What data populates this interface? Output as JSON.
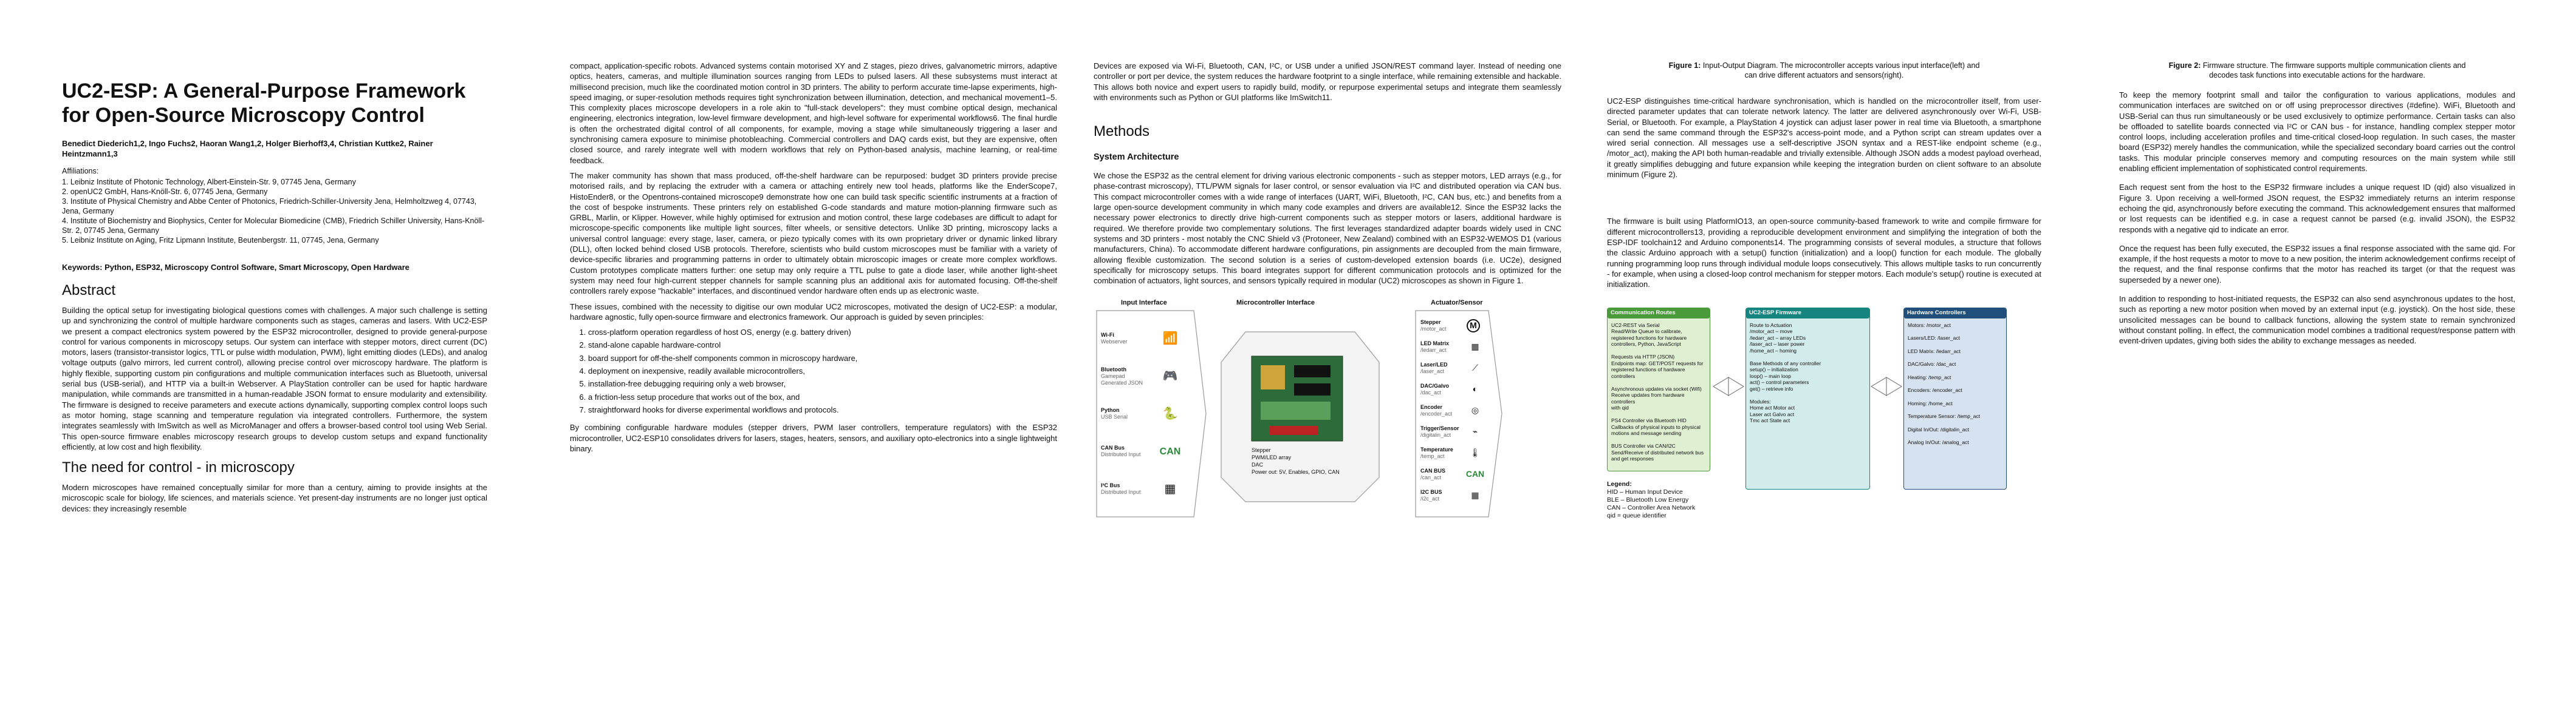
{
  "p1": {
    "title": "UC2-ESP: A General-Purpose Framework for Open-Source Microscopy Control",
    "authors": "Benedict Diederich1,2, Ingo Fuchs2, Haoran Wang1,2, Holger Bierhoff3,4, Christian Kuttke2, Rainer Heintzmann1,3",
    "affiliations_label": "Affiliations:",
    "affiliations": [
      "1. Leibniz Institute of Photonic Technology, Albert-Einstein-Str. 9, 07745 Jena, Germany",
      "2. openUC2 GmbH, Hans-Knöll-Str. 6, 07745 Jena, Germany",
      "3. Institute of Physical Chemistry and Abbe Center of Photonics, Friedrich-Schiller-University Jena, Helmholtzweg 4, 07743, Jena, Germany",
      "4. Institute of Biochemistry and Biophysics, Center for Molecular Biomedicine (CMB), Friedrich Schiller University, Hans-Knöll-Str. 2, 07745 Jena, Germany",
      "5. Leibniz Institute on Aging, Fritz Lipmann Institute, Beutenbergstr. 11, 07745, Jena, Germany"
    ],
    "keywords": "Keywords: Python, ESP32, Microscopy Control Software, Smart Microscopy, Open Hardware",
    "abstract_heading": "Abstract",
    "abstract": "Building the optical setup for investigating biological questions comes with challenges. A major such challenge is setting up and synchronizing the control of multiple hardware components such as stages, cameras and lasers. With UC2-ESP we present a compact electronics system powered by the ESP32 microcontroller, designed to provide general-purpose control for various components in microscopy setups. Our system can interface with stepper motors, direct current (DC) motors, lasers (transistor-transistor logics, TTL or pulse width modulation, PWM), light emitting diodes (LEDs), and analog voltage outputs (galvo mirrors, led current control), allowing precise control over microscopy hardware. The platform is highly flexible, supporting custom pin configurations and multiple communication interfaces such as Bluetooth, universal serial bus (USB-serial), and HTTP via a built-in Webserver. A PlayStation controller can be used for haptic hardware manipulation, while commands are transmitted in a human-readable JSON format to ensure modularity and extensibility. The firmware is designed to receive parameters and execute actions dynamically, supporting complex control loops such as motor homing, stage scanning and temperature regulation via integrated controllers. Furthermore, the system integrates seamlessly with ImSwitch as well as MicroManager and offers a browser-based control tool using Web Serial. This open-source firmware enables microscopy research groups to develop custom setups and expand functionality efficiently, at low cost and high flexibility.",
    "need_heading": "The need for control - in microscopy",
    "need_text": "Modern microscopes have remained conceptually similar for more than a century, aiming to provide insights at the microscopic scale for biology, life sciences, and materials science. Yet present-day instruments are no longer just optical devices: they increasingly resemble"
  },
  "p2": {
    "para1": "compact, application-specific robots. Advanced systems contain motorised XY and Z stages, piezo drives, galvanometric mirrors, adaptive optics, heaters, cameras, and multiple illumination sources ranging from LEDs to pulsed lasers. All these subsystems must interact at millisecond precision, much like the coordinated motion control in 3D printers. The ability to perform accurate time-lapse experiments, high-speed imaging, or super-resolution methods requires tight synchronization between illumination, detection, and mechanical movement1–5. This complexity places microscope developers in a role akin to \"full-stack developers\": they must combine optical design, mechanical engineering, electronics integration, low-level firmware development, and high-level software for experimental workflows6. The final hurdle is often the orchestrated digital control of all components, for example, moving a stage while simultaneously triggering a laser and synchronising camera exposure to minimise photobleaching. Commercial controllers and DAQ cards exist, but they are expensive, often closed source, and rarely integrate well with modern workflows that rely on Python-based analysis, machine learning, or real-time feedback.",
    "para2": "The maker community has shown that mass produced, off-the-shelf hardware can be repurposed: budget 3D printers provide precise motorised rails, and by replacing the extruder with a camera or attaching entirely new tool heads, platforms like the EnderScope7, HistoEnder8, or the Opentrons-contained microscope9 demonstrate how one can build task specific scientific instruments at a fraction of the cost of bespoke instruments. These printers rely on established G-code standards and mature motion-planning firmware such as GRBL, Marlin, or Klipper. However, while highly optimised for extrusion and motion control, these large codebases are difficult to adapt for microscope-specific components like multiple light sources, filter wheels, or sensitive detectors. Unlike 3D printing, microscopy lacks a universal control language: every stage, laser, camera, or piezo typically comes with its own proprietary driver or dynamic linked library (DLL), often locked behind closed USB protocols. Therefore, scientists who build custom microscopes must be familiar with a variety of device-specific libraries and programming patterns in order to ultimately obtain microscopic images or create more complex workflows. Custom prototypes complicate matters further: one setup may only require a TTL pulse to gate a diode laser, while another light-sheet system may need four high-current stepper channels for sample scanning plus an additional axis for automated focusing. Off-the-shelf controllers rarely expose \"hackable\" interfaces, and discontinued vendor hardware often ends up as electronic waste.",
    "para3": "These issues, combined with the necessity to digitise our own modular UC2 microscopes, motivated the design of UC2-ESP: a modular, hardware agnostic, fully open-source firmware and electronics framework. Our approach is guided by seven principles:",
    "principles": [
      "cross-platform operation regardless of host OS, energy (e.g. battery driven)",
      "stand-alone capable hardware-control",
      "board support for off-the-shelf components common in microscopy hardware,",
      "deployment on inexpensive, readily available microcontrollers,",
      "installation-free debugging requiring only a web browser,",
      "a friction-less setup procedure that works out of the box, and",
      "straightforward hooks for diverse experimental workflows and protocols."
    ],
    "para4": "By combining configurable hardware modules (stepper drivers, PWM laser controllers, temperature regulators) with the ESP32 microcontroller, UC2-ESP10 consolidates drivers for lasers, stages, heaters, sensors, and auxiliary opto-electronics into a single lightweight binary."
  },
  "p3": {
    "para1": "Devices are exposed via Wi-Fi, Bluetooth, CAN, I²C, or USB under a unified JSON/REST command layer. Instead of needing one controller or port per device, the system reduces the hardware footprint to a single interface, while remaining extensible and hackable. This allows both novice and expert users to rapidly build, modify, or repurpose experimental setups and integrate them seamlessly with environments such as Python or GUI platforms like ImSwitch11.",
    "methods_heading": "Methods",
    "sysarch_heading": "System Architecture",
    "para2": "We chose the ESP32 as the central element for driving various electronic components - such as stepper motors, LED arrays (e.g., for phase-contrast microscopy), TTL/PWM signals for laser control, or sensor evaluation via I²C and distributed operation via CAN bus. This compact microcontroller comes with a wide range of interfaces (UART, WiFi, Bluetooth, I²C, CAN bus, etc.) and benefits from a large open-source development community in which many code examples and drivers are available12. Since the ESP32 lacks the necessary power electronics to directly drive high-current components such as stepper motors or lasers, additional hardware is required. We therefore provide two complementary solutions. The first leverages standardized adapter boards widely used in CNC systems and 3D printers - most notably the CNC Shield v3 (Protoneer, New Zealand) combined with an ESP32-WEMOS D1 (various manufacturers, China). To accommodate different hardware configurations, pin assignments are decoupled from the main firmware, allowing flexible customization. The second solution is a series of custom-developed extension boards (i.e. UC2e), designed specifically for microscopy setups. This board integrates support for different communication protocols and is optimized for the combination of actuators, light sources, and sensors typically required in modular (UC2) microscopes as shown in Figure 1.",
    "fig": {
      "col_input": "Input Interface",
      "col_micro": "Microcontroller Interface",
      "col_act": "Actuator/Sensor",
      "inputs": [
        {
          "name": "Wi-Fi",
          "sub": "Webserver",
          "icon": "wifi-icon",
          "glyph": "📶"
        },
        {
          "name": "Bluetooth",
          "sub": "Gamepad\nGenerated JSON",
          "icon": "gamepad-icon",
          "glyph": "🎮"
        },
        {
          "name": "Python",
          "sub": "USB Serial",
          "icon": "python-icon",
          "glyph": "🐍"
        },
        {
          "name": "CAN Bus",
          "sub": "Distributed Input",
          "icon": "can-icon",
          "glyph": "CAN"
        },
        {
          "name": "I²C Bus",
          "sub": "Distributed Input",
          "icon": "i2c-icon",
          "glyph": "▦"
        }
      ],
      "micro_labels": [
        "Stepper",
        "PWM/LED array",
        "DAC",
        "Power out: 5V, Enables, GPIO, CAN"
      ],
      "actuators": [
        {
          "name": "Stepper",
          "sub": "/motor_act",
          "glyph": "M"
        },
        {
          "name": "LED Matrix",
          "sub": "/ledarr_act",
          "glyph": "▦"
        },
        {
          "name": "Laser/LED",
          "sub": "/laser_act",
          "glyph": "⟋"
        },
        {
          "name": "DAC/Galvo",
          "sub": "/dac_act",
          "glyph": "◐"
        },
        {
          "name": "Encoder",
          "sub": "/encoder_act",
          "glyph": "◎"
        },
        {
          "name": "Trigger/Sensor",
          "sub": "/digitalin_act",
          "glyph": "⌁"
        },
        {
          "name": "Temperature",
          "sub": "/temp_act",
          "glyph": "🌡"
        },
        {
          "name": "CAN BUS",
          "sub": "/can_act",
          "glyph": "CAN"
        },
        {
          "name": "I2C BUS",
          "sub": "/i2c_act",
          "glyph": "▦"
        }
      ]
    }
  },
  "p4": {
    "caption_label": "Figure 1:",
    "caption": "Input-Output Diagram. The microcontroller accepts various input interface(left) and can drive different actuators and sensors(right).",
    "para1": "UC2-ESP distinguishes time-critical hardware synchronisation, which is handled on the microcontroller itself, from user-directed parameter updates that can tolerate network latency. The latter are delivered asynchronously over Wi-Fi, USB-Serial, or Bluetooth. For example, a PlayStation 4 joystick can adjust laser power in real time via Bluetooth, a smartphone can send the same command through the ESP32's access-point mode, and a Python script can stream updates over a wired serial connection. All messages use a self-descriptive JSON syntax and a REST-like endpoint scheme (e.g., /motor_act), making the API both human-readable and trivially extensible. Although JSON adds a modest payload overhead, it greatly simplifies debugging and future expansion while keeping the integration burden on client software to an absolute minimum (Figure 2).",
    "para2": "The firmware is built using PlatformIO13, an open-source community-based framework to write and compile firmware for different microcontrollers13, providing a reproducible development environment and simplifying the integration of both the ESP-IDF toolchain12 and Arduino components14. The programming consists of several modules, a structure that follows the classic Arduino approach with a setup() function (initialization) and a loop() function for each module. The globally running programming loop runs through individual module loops consecutively. This allows multiple tasks to run concurrently - for example, when using a closed-loop control mechanism for stepper motors. Each module's setup() routine is executed at initialization.",
    "fig2": {
      "comm_head": "Communication Routes",
      "comm_lines": [
        "UC2-REST via Serial",
        "Read/Write Queue to calibrate,",
        "registered functions for hardware",
        "controllers, Python, JavaScript",
        "",
        "Requests via HTTP (JSON)",
        "Endpoints map: GET/POST requests for",
        "registered functions of hardware controllers",
        "",
        "Asynchronous updates via socket (Wifi)",
        "Receive updates from hardware controllers",
        "with qid",
        "",
        "PS4 Controller via Bluetooth HID",
        "Callbacks of physical inputs to physical",
        "motions and message sending",
        "",
        "BUS Controller via CAN/I2C",
        "Send/Receive of distributed network bus",
        "and get responses"
      ],
      "fw_head": "UC2-ESP Firmware",
      "fw_lines": [
        "Route to Actuation",
        "/motor_act – move",
        "/ledarr_act – array LEDs",
        "/laser_act – laser power",
        "/home_act – homing",
        "",
        "Base Methods of any controller",
        "setup() – initialization",
        "loop() – main loop",
        "act() – control parameters",
        "get() – retrieve info",
        "",
        "Modules:",
        "Home act    Motor act",
        "Laser act   Galvo act",
        "Tmc act     State act"
      ],
      "hw_head": "Hardware Controllers",
      "hw_lines": [
        "Motors: /motor_act",
        "Lasers/LED: /laser_act",
        "LED Matrix: /ledarr_act",
        "DAC/Galvo: /dac_act",
        "Heating: /temp_act",
        "Encoders: /encoder_act",
        "Homing: /home_act",
        "Temperature Sensor: /temp_act",
        "Digital In/Out: /digitalin_act",
        "Analog In/Out: /analog_act"
      ],
      "legend_head": "Legend:",
      "legend": [
        "HID – Human Input Device",
        "BLE – Bluetooth Low Energy",
        "CAN – Controller Area Network",
        "qid = queue identifier"
      ]
    }
  },
  "p5": {
    "caption_label": "Figure 2:",
    "caption": "Firmware structure. The firmware supports multiple communication clients and decodes task functions into executable actions for the hardware.",
    "para1": "To keep the memory footprint small and tailor the configuration to various applications, modules and communication interfaces are switched on or off using preprocessor directives (#define). WiFi, Bluetooth and USB-Serial can thus run simultaneously or be used exclusively to optimize performance. Certain tasks can also be offloaded to satellite boards connected via I²C or CAN bus - for instance, handling complex stepper motor control loops, including acceleration profiles and time-critical closed-loop regulation. In such cases, the master board (ESP32) merely handles the communication, while the specialized secondary board carries out the control tasks. This modular principle conserves memory and computing resources on the main system while still enabling efficient implementation of sophisticated control requirements.",
    "para2": "Each request sent from the host to the ESP32 firmware includes a unique request ID (qid) also visualized in Figure 3. Upon receiving a well-formed JSON request, the ESP32 immediately returns an interim response echoing the qid, asynchronously before executing the command. This acknowledgement ensures that malformed or lost requests can be identified e.g. in case a request cannot be parsed (e.g. invalid JSON), the ESP32 responds with a negative qid to indicate an error.",
    "para3": "Once the request has been fully executed, the ESP32 issues a final response associated with the same qid. For example, if the host requests a motor to move to a new position, the interim acknowledgement confirms receipt of the request, and the final response confirms that the motor has reached its target (or that the request was superseded by a newer one).",
    "para4": "In addition to responding to host-initiated requests, the ESP32 can also send asynchronous updates to the host, such as reporting a new motor position when moved by an external input (e.g. joystick). On the host side, these unsolicited messages can be bound to callback functions, allowing the system state to remain synchronized without constant polling. In effect, the communication model combines a traditional request/response pattern with event-driven updates, giving both sides the ability to exchange messages as needed."
  },
  "colors": {
    "green": "#4a9a3c",
    "teal": "#17857f",
    "navy": "#1f4f7a",
    "light_green": "#dff0d2",
    "light_teal": "#d2eceb",
    "light_navy": "#d6e2ef"
  }
}
